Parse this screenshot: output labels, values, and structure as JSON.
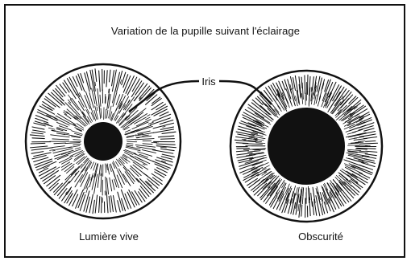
{
  "title": "Variation de la pupille suivant l'éclairage",
  "callout": "Iris",
  "eyes": [
    {
      "caption": "Lumière vive",
      "state": "bright light"
    },
    {
      "caption": "Obscurité",
      "state": "darkness"
    }
  ],
  "colors": {
    "ink": "#111111",
    "background": "#ffffff"
  }
}
